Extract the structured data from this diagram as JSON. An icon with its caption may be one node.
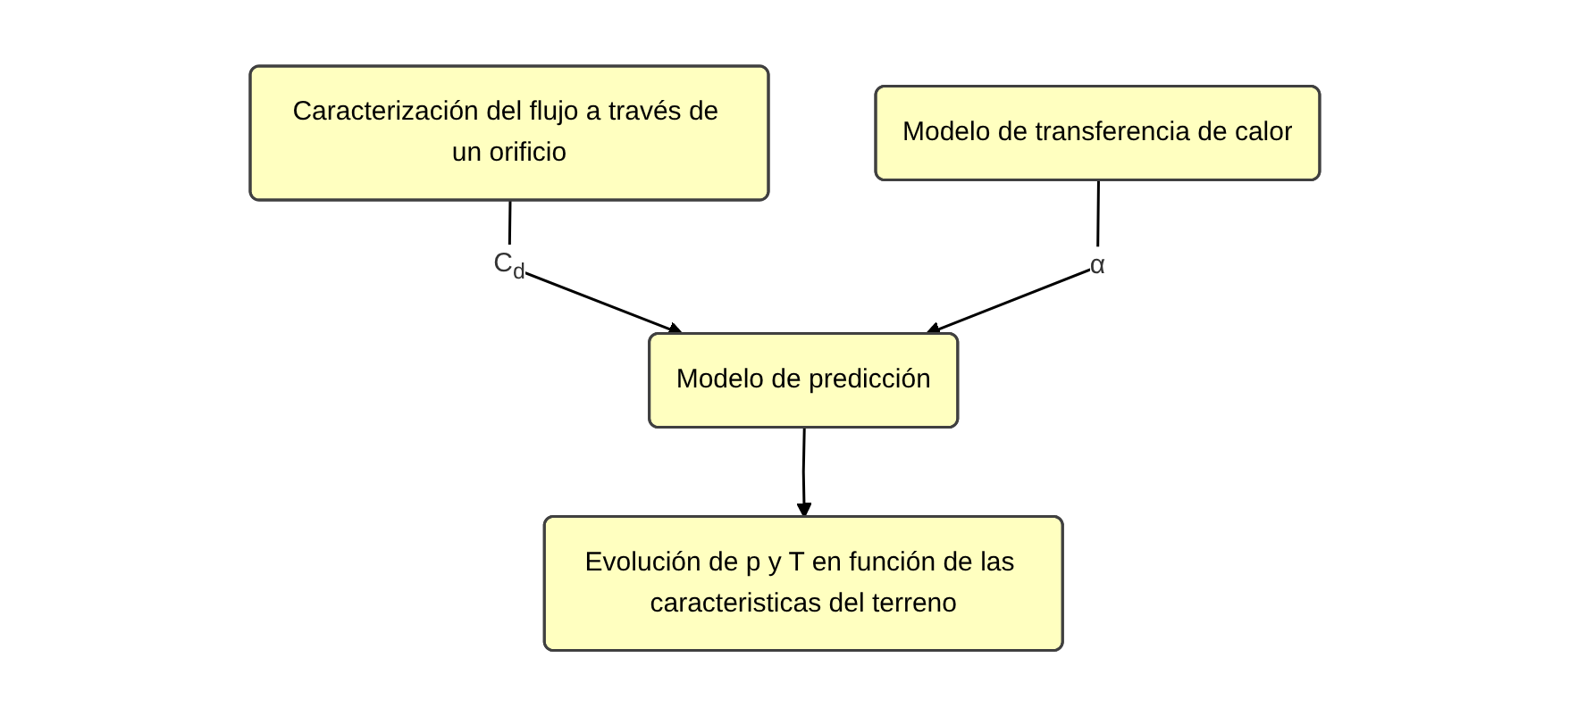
{
  "diagram": {
    "nodes": [
      {
        "text": [
          "Caracterización del flujo a través de un orificio"
        ]
      },
      {
        "text": [
          "Modelo de transferencia de calor"
        ]
      },
      {
        "text": [
          "Modelo de predicción"
        ]
      },
      {
        "text": [
          "Evolución de p y T en función de las caracteristicas del terreno"
        ]
      }
    ],
    "edges": [
      {
        "from": 0,
        "to": 2,
        "arrow": "to",
        "label": "C$_{d}$"
      },
      {
        "from": 1,
        "to": 2,
        "arrow": "to",
        "label": "α"
      },
      {
        "from": 2,
        "to": 3,
        "arrow": "to"
      }
    ]
  }
}
